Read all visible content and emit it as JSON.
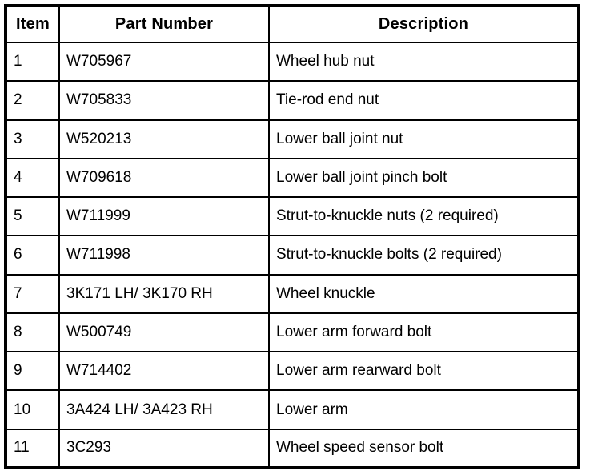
{
  "colors": {
    "border": "#000000",
    "background": "#ffffff",
    "text": "#000000"
  },
  "table": {
    "columns": [
      "Item",
      "Part Number",
      "Description"
    ],
    "rows": [
      {
        "item": "1",
        "part_number": "W705967",
        "description": "Wheel hub nut"
      },
      {
        "item": "2",
        "part_number": "W705833",
        "description": "Tie-rod end nut"
      },
      {
        "item": "3",
        "part_number": "W520213",
        "description": "Lower ball joint nut"
      },
      {
        "item": "4",
        "part_number": "W709618",
        "description": "Lower ball joint pinch bolt"
      },
      {
        "item": "5",
        "part_number": "W711999",
        "description": "Strut-to-knuckle nuts (2 required)"
      },
      {
        "item": "6",
        "part_number": "W711998",
        "description": "Strut-to-knuckle bolts (2 required)"
      },
      {
        "item": "7",
        "part_number": "3K171 LH/ 3K170 RH",
        "description": "Wheel knuckle"
      },
      {
        "item": "8",
        "part_number": "W500749",
        "description": "Lower arm forward bolt"
      },
      {
        "item": "9",
        "part_number": "W714402",
        "description": "Lower arm rearward bolt"
      },
      {
        "item": "10",
        "part_number": "3A424 LH/ 3A423 RH",
        "description": "Lower arm"
      },
      {
        "item": "11",
        "part_number": "3C293",
        "description": "Wheel speed sensor bolt"
      }
    ]
  }
}
